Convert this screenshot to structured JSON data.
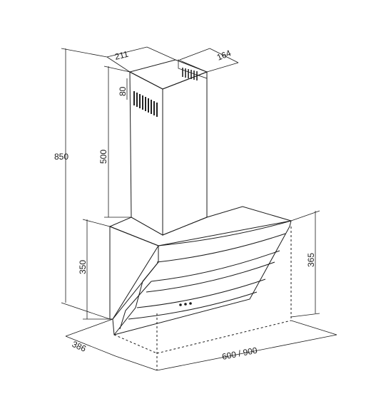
{
  "dimensions": {
    "chimney_depth": "211",
    "chimney_width": "164",
    "vent_height": "80",
    "chimney_height": "500",
    "total_height": "850",
    "hood_front_height": "350",
    "hood_side_height": "365",
    "hood_depth": "386",
    "hood_width": "600 / 900"
  },
  "colors": {
    "stroke": "#1a1a1a",
    "chimney_face": "#d7d9dd",
    "chimney_side": "#c5c7cb",
    "hood_body": "#dcdee2",
    "glass": "#eef0f2"
  }
}
